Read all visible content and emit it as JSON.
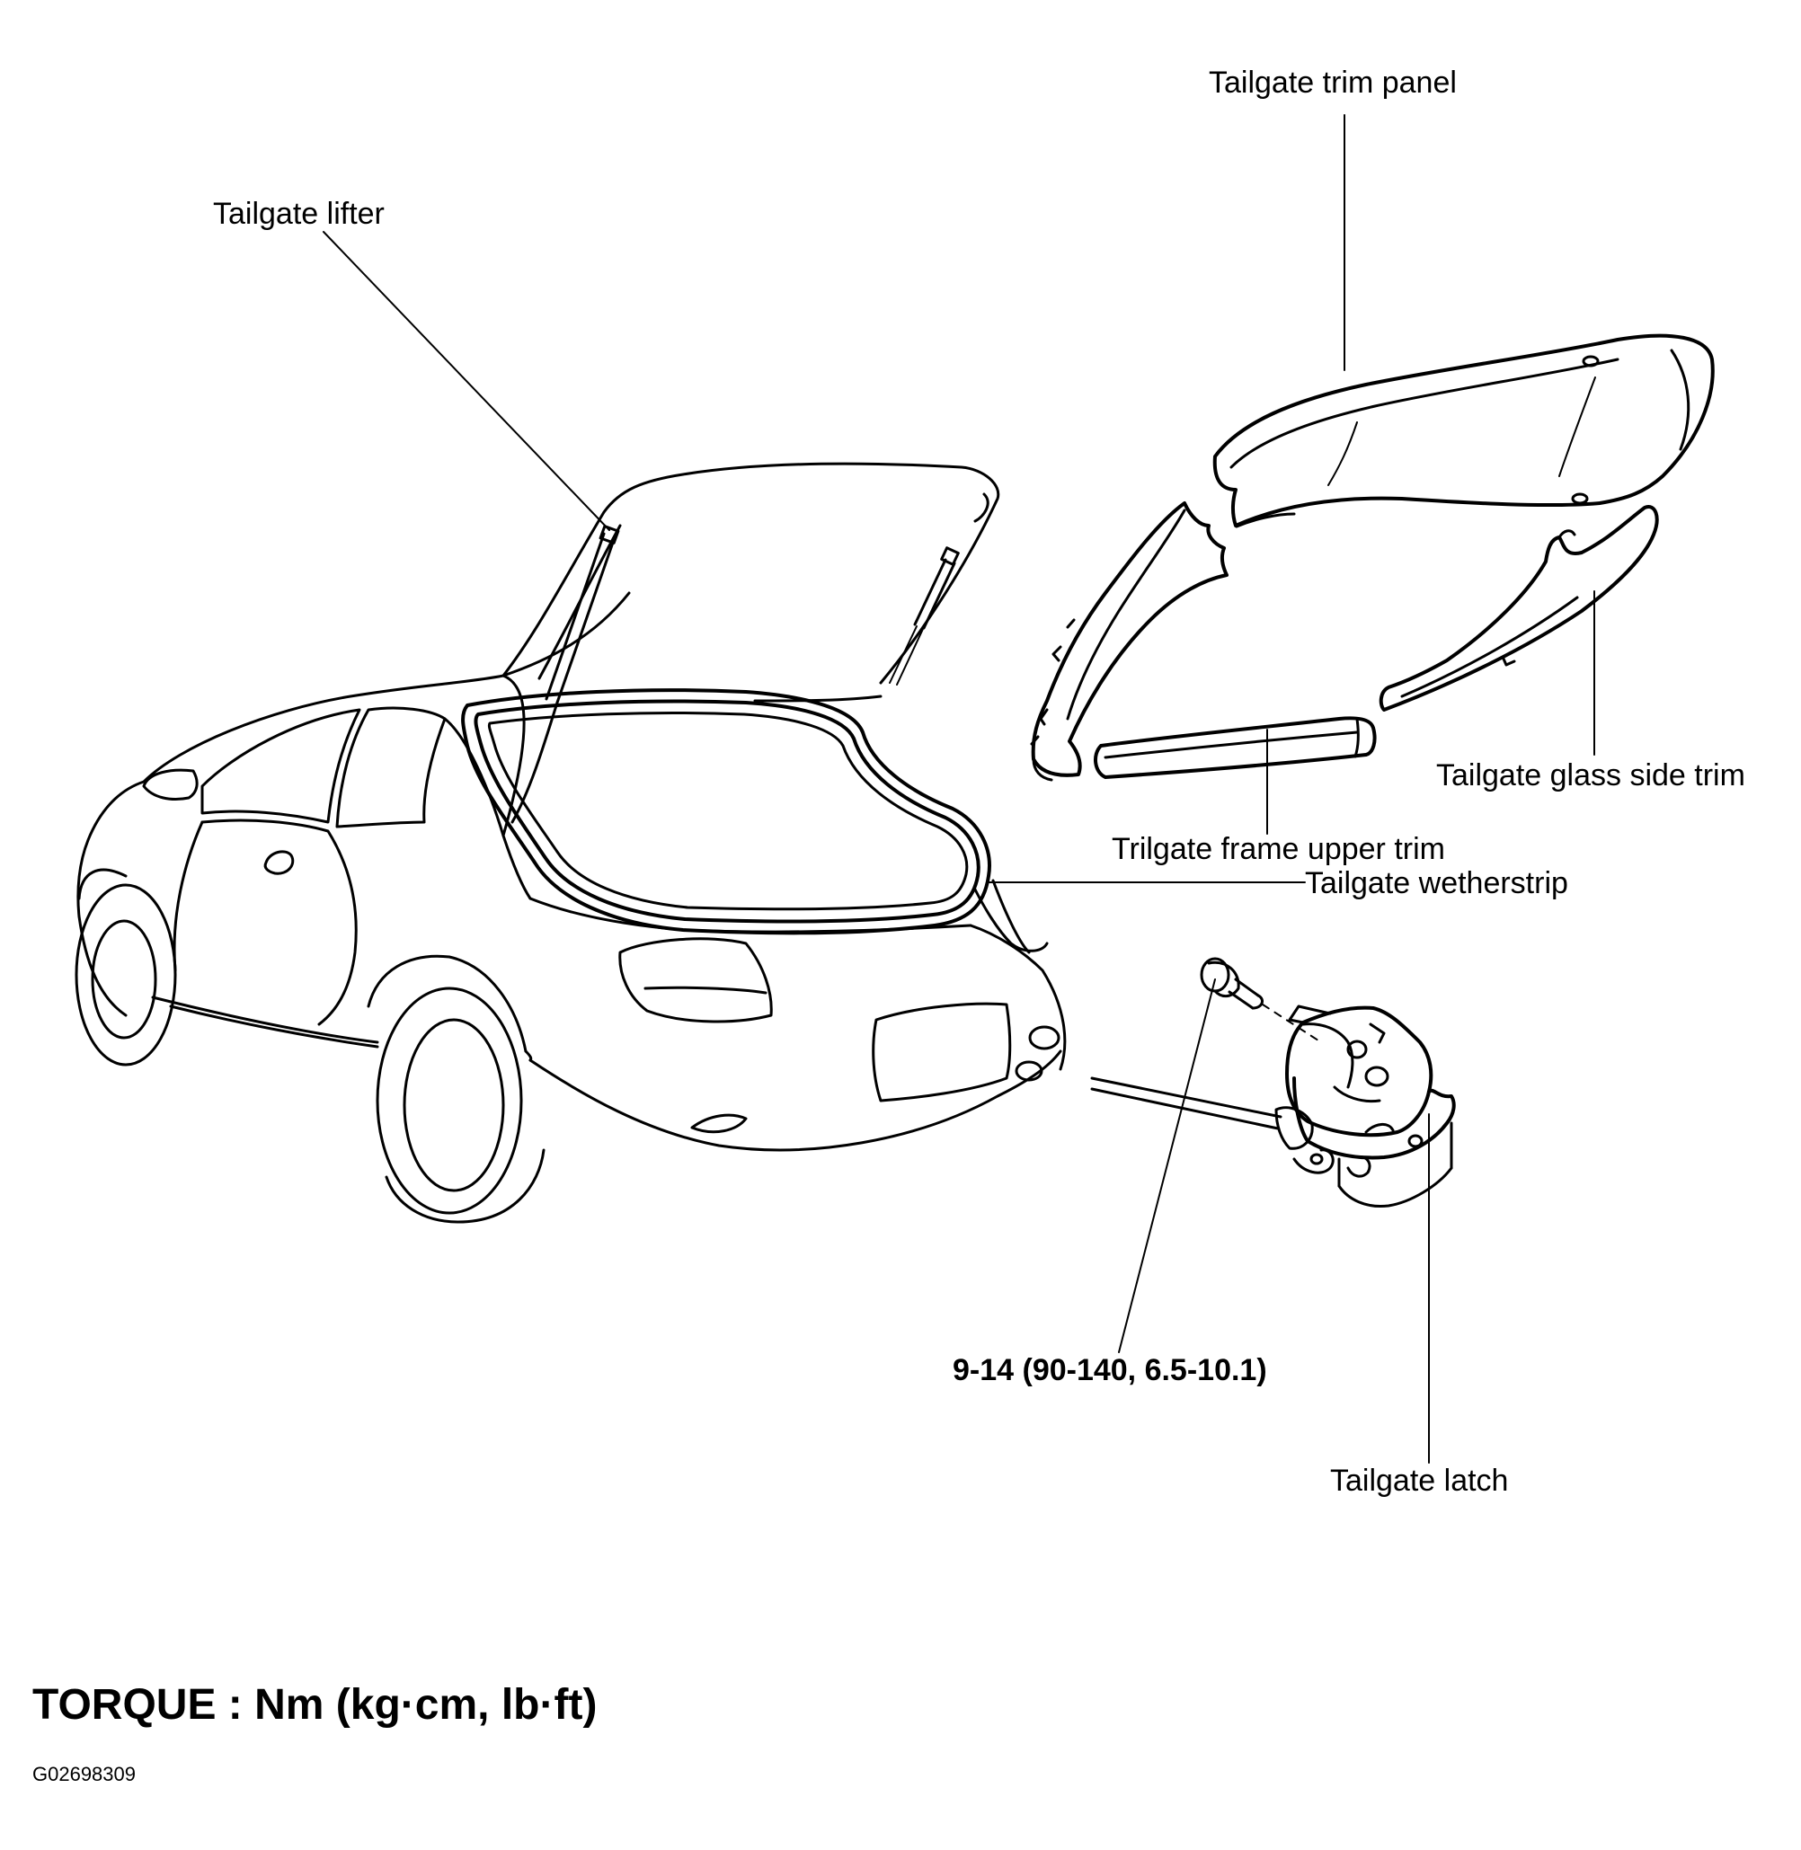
{
  "labels": {
    "tailgate_trim_panel": "Tailgate trim panel",
    "tailgate_lifter": "Tailgate lifter",
    "tailgate_glass_side_trim": "Tailgate glass side trim",
    "frame_upper_trim": "Trilgate frame upper trim",
    "tailgate_weatherstrip": "Tailgate wetherstrip",
    "torque_value": "9-14 (90-140, 6.5-10.1)",
    "tailgate_latch": "Tailgate latch"
  },
  "footer": {
    "torque_units": "TORQUE : Nm (kg·cm, lb·ft)",
    "figure_code": "G02698309"
  },
  "colors": {
    "ink": "#000000",
    "background": "#ffffff"
  }
}
